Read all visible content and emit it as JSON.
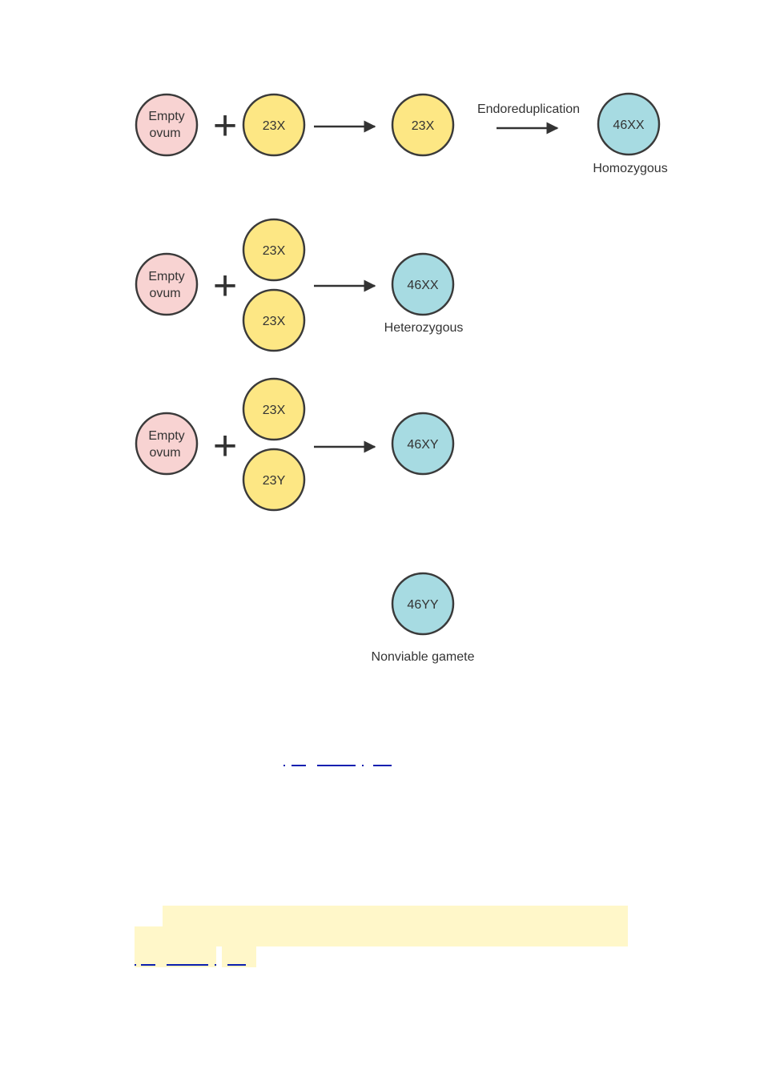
{
  "colors": {
    "empty_fill": "#f8d3d2",
    "haploid_fill": "#fde784",
    "diploid_fill": "#a7dbe2",
    "stroke": "#3a3a3a",
    "arrow": "#333333",
    "text": "#333333"
  },
  "rows": [
    {
      "empty": {
        "line1": "Empty",
        "line2": "ovum"
      },
      "plus": "+",
      "sperm": [
        "23X"
      ],
      "intermediate": "23X",
      "process": "Endoreduplication",
      "result": "46XX",
      "result_label": "Homozygous"
    },
    {
      "empty": {
        "line1": "Empty",
        "line2": "ovum"
      },
      "plus": "+",
      "sperm": [
        "23X",
        "23X"
      ],
      "result": "46XX",
      "result_label": "Heterozygous"
    },
    {
      "empty": {
        "line1": "Empty",
        "line2": "ovum"
      },
      "plus": "+",
      "sperm": [
        "23X",
        "23Y"
      ],
      "result": "46XY"
    }
  ],
  "extra": {
    "result": "46YY",
    "label": "Nonviable gamete"
  }
}
